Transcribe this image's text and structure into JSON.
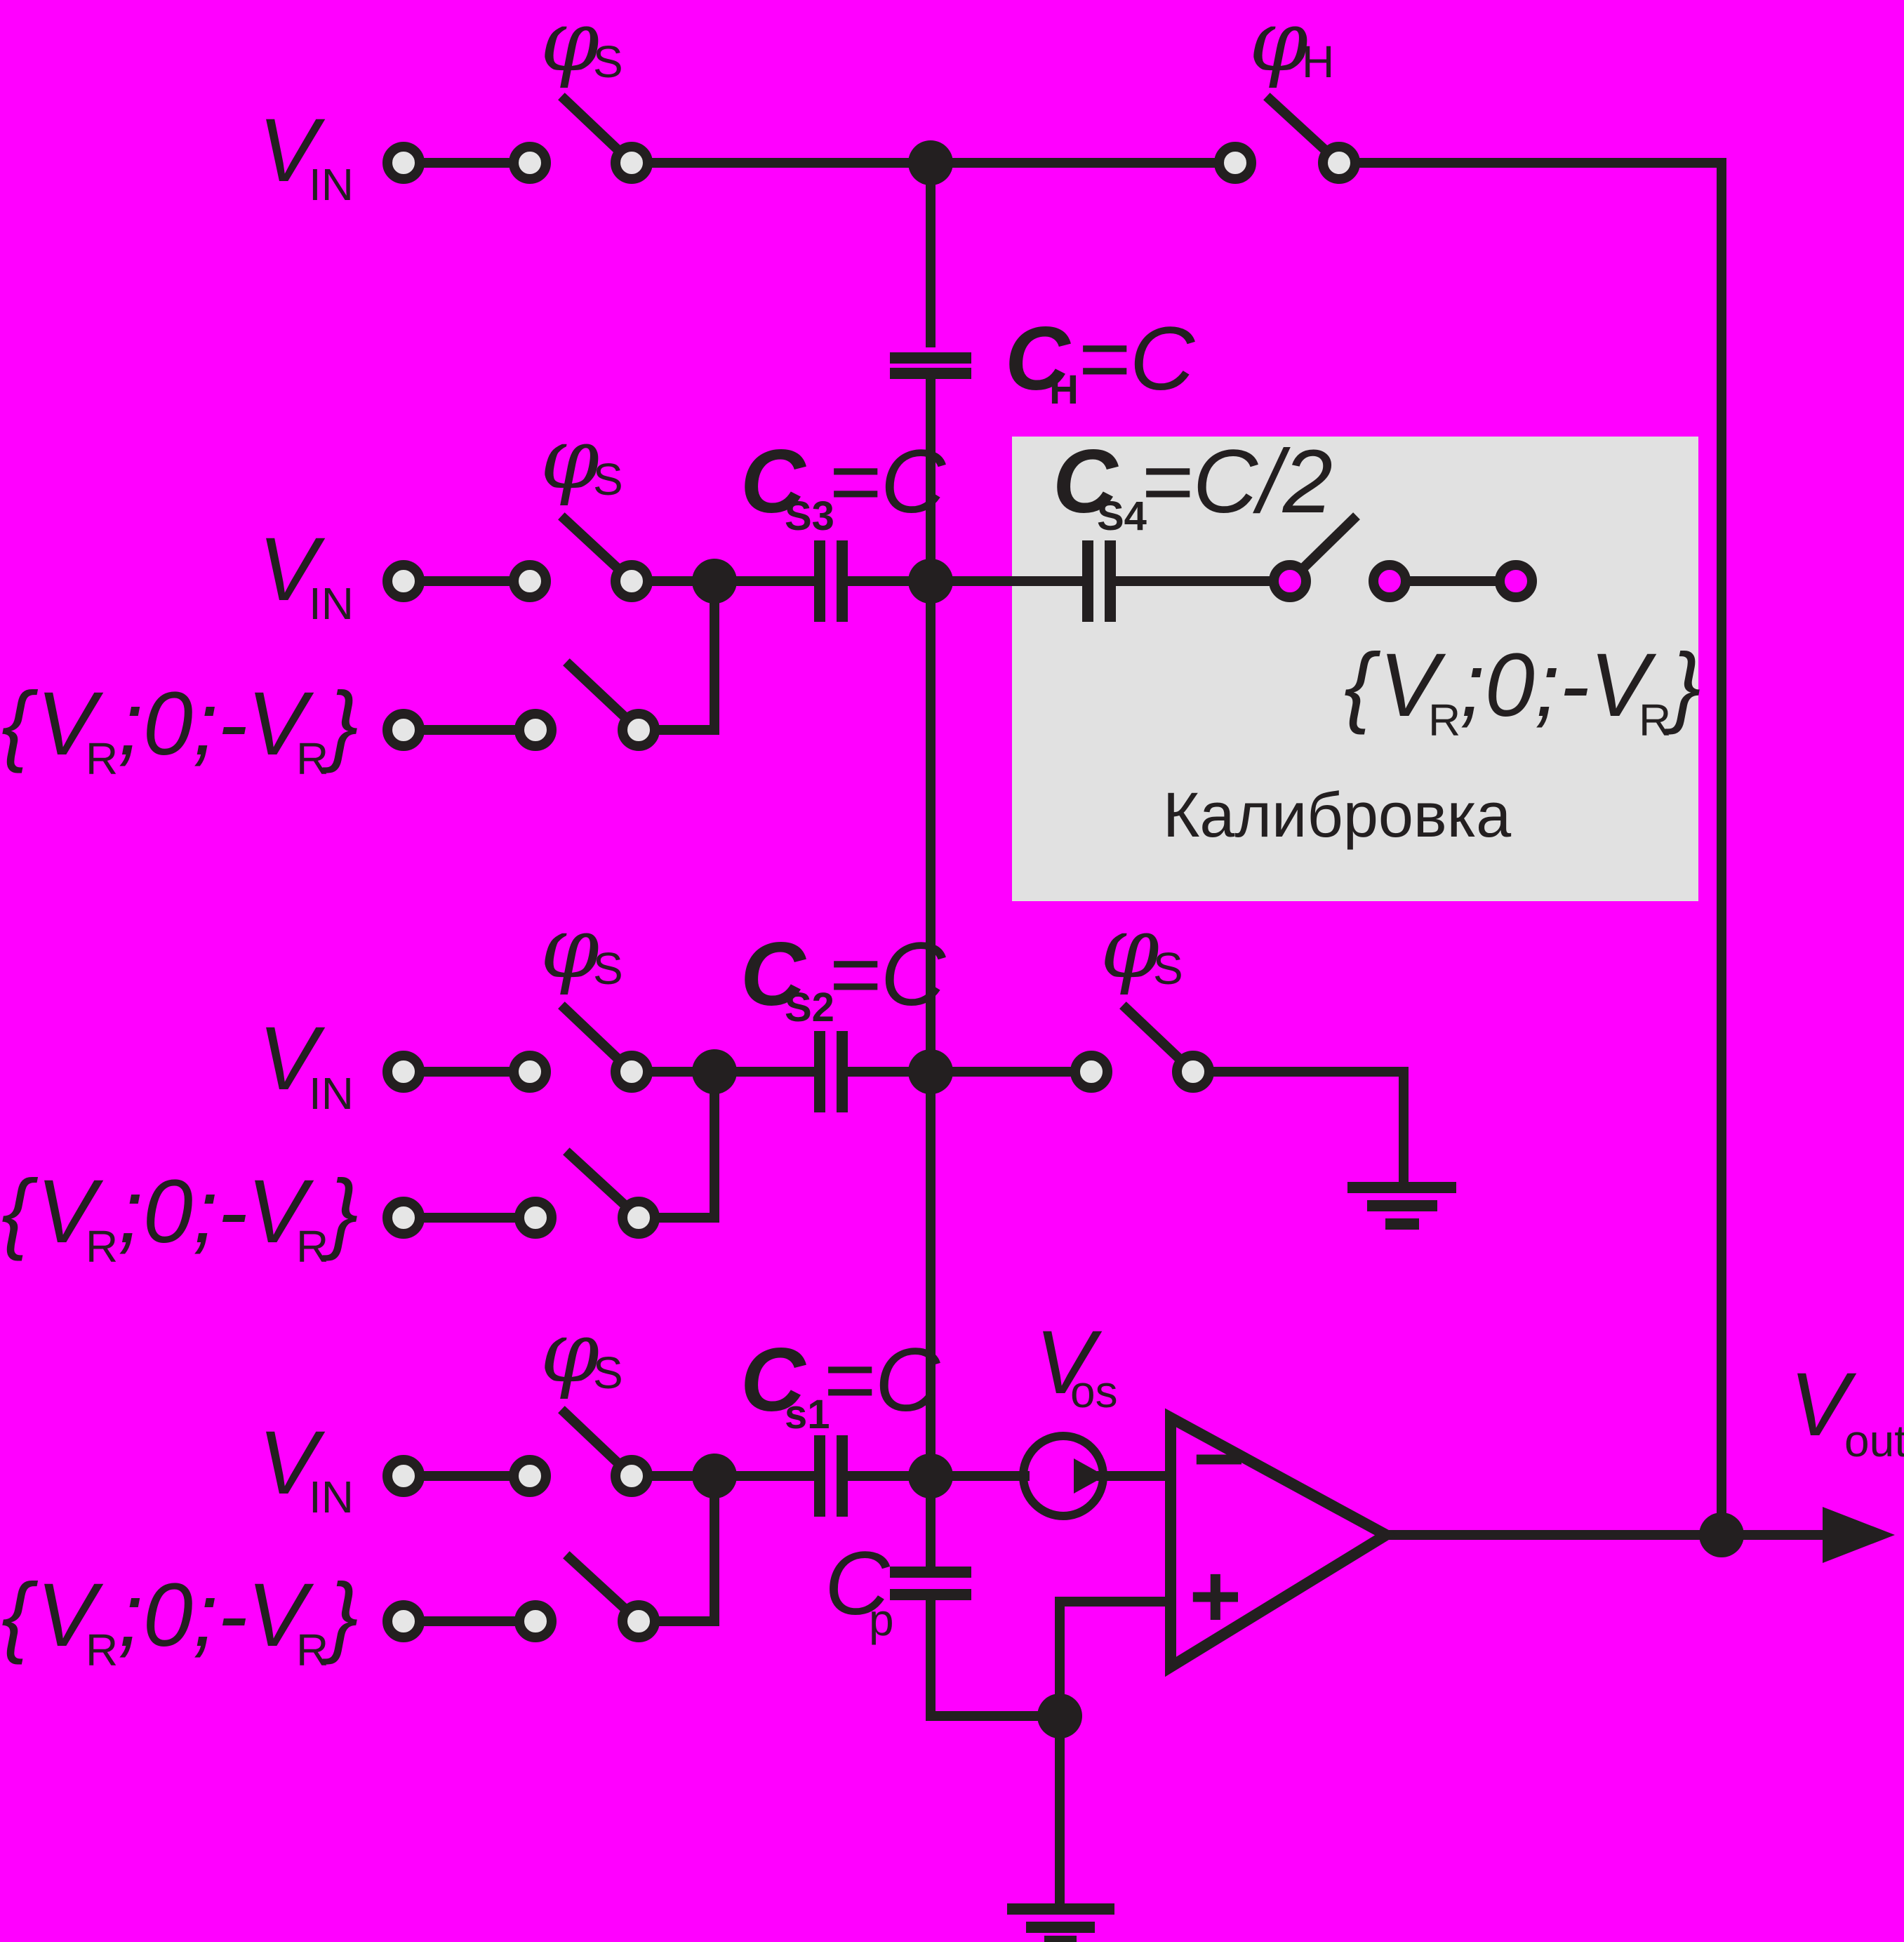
{
  "colors": {
    "background": "#ff00ff",
    "wire": "#231f20",
    "calibration_box": "#e1e1e1",
    "terminal_fill": "#e6e6e6"
  },
  "labels": {
    "vin": "V",
    "vin_sub": "IN",
    "phi": "φ",
    "phi_s_sub": "S",
    "phi_h_sub": "H",
    "ref_open": "{",
    "ref_v": "V",
    "ref_sub": "R",
    "ref_mid": ";0;-",
    "ref_close": "}",
    "ch_main": "C",
    "ch_sub": "H",
    "ch_rest": "=C",
    "cs3_main": "C",
    "cs3_sub": "S3",
    "cs3_rest": "=C",
    "cs4_main": "C",
    "cs4_sub": "S4",
    "cs4_rest": "=C/2",
    "cs2_main": "C",
    "cs2_sub": "S2",
    "cs2_rest": "=C",
    "cs1_main": "C",
    "cs1_sub": "s1",
    "cs1_rest": "=C",
    "cp_main": "C",
    "cp_sub": "p",
    "vos_main": "V",
    "vos_sub": "os",
    "vout_main": "V",
    "vout_sub": "out",
    "calibration": "Калибровка",
    "minus": "−",
    "plus": "+"
  }
}
